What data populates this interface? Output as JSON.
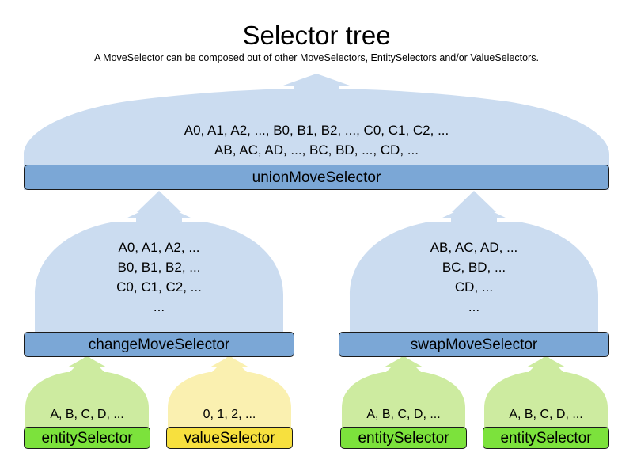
{
  "header": {
    "title": "Selector tree",
    "subtitle": "A MoveSelector can be composed out of other MoveSelectors, EntitySelectors and/or ValueSelectors."
  },
  "colors": {
    "blob_blue": "#CBDCF0",
    "bar_blue": "#7BA7D6",
    "blob_green": "#CDEBA0",
    "bar_green": "#7CE23C",
    "blob_yellow": "#FAF0B0",
    "bar_yellow": "#F7E03E",
    "outline": "#1a1a1a",
    "background": "#FFFFFF"
  },
  "diagram": {
    "type": "selector-composition-tree",
    "levels": [
      {
        "level": 1,
        "nodes": [
          {
            "id": "unionMoveSelector",
            "label": "unionMoveSelector",
            "kind": "move-selector",
            "color": "blue",
            "contents": [
              "A0, A1, A2, ..., B0, B1, B2, ..., C0, C1, C2, ...",
              "AB, AC, AD, ..., BC, BD, ..., CD, ..."
            ],
            "children": [
              "changeMoveSelector",
              "swapMoveSelector"
            ]
          }
        ]
      },
      {
        "level": 2,
        "nodes": [
          {
            "id": "changeMoveSelector",
            "label": "changeMoveSelector",
            "kind": "move-selector",
            "color": "blue",
            "contents": [
              "A0, A1, A2, ...",
              "B0, B1, B2, ...",
              "C0, C1, C2, ...",
              "..."
            ],
            "children": [
              "entitySelector-1",
              "valueSelector-1"
            ]
          },
          {
            "id": "swapMoveSelector",
            "label": "swapMoveSelector",
            "kind": "move-selector",
            "color": "blue",
            "contents": [
              "AB, AC, AD, ...",
              "BC, BD, ...",
              "CD, ...",
              "..."
            ],
            "children": [
              "entitySelector-2",
              "entitySelector-3"
            ]
          }
        ]
      },
      {
        "level": 3,
        "nodes": [
          {
            "id": "entitySelector-1",
            "label": "entitySelector",
            "kind": "entity-selector",
            "color": "green",
            "contents": [
              "A, B, C, D, ..."
            ],
            "children": []
          },
          {
            "id": "valueSelector-1",
            "label": "valueSelector",
            "kind": "value-selector",
            "color": "yellow",
            "contents": [
              "0, 1, 2, ..."
            ],
            "children": []
          },
          {
            "id": "entitySelector-2",
            "label": "entitySelector",
            "kind": "entity-selector",
            "color": "green",
            "contents": [
              "A, B, C, D, ..."
            ],
            "children": []
          },
          {
            "id": "entitySelector-3",
            "label": "entitySelector",
            "kind": "entity-selector",
            "color": "green",
            "contents": [
              "A, B, C, D, ..."
            ],
            "children": []
          }
        ]
      }
    ]
  }
}
